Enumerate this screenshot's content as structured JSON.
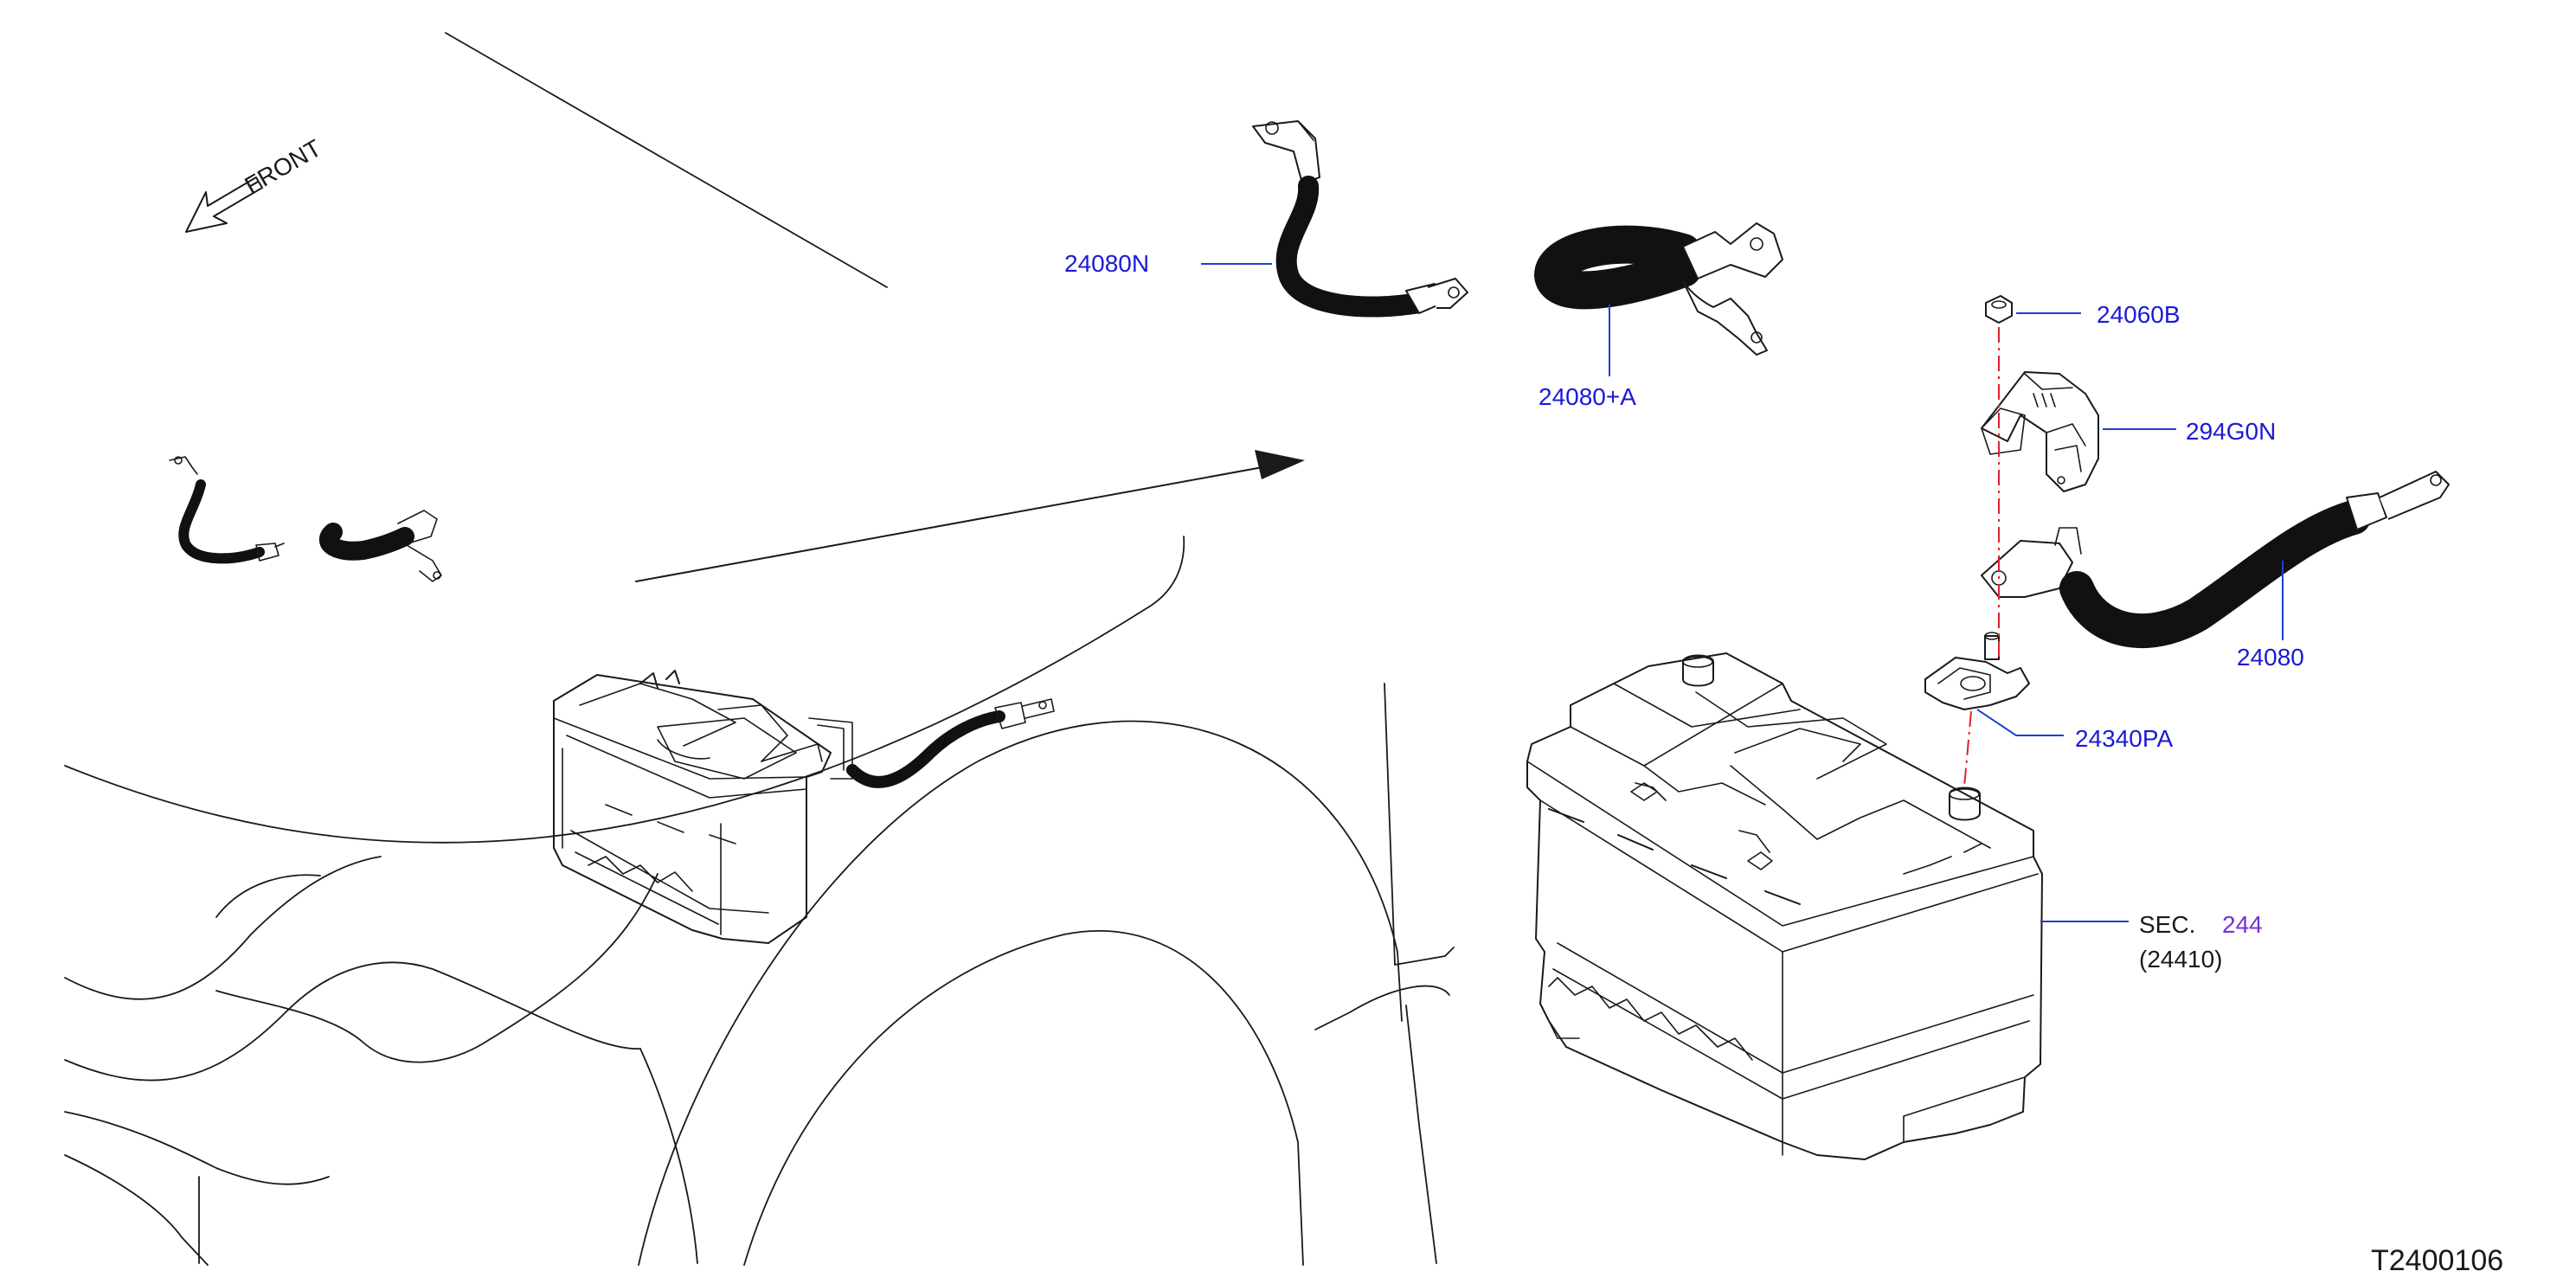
{
  "direction": {
    "label": "FRONT",
    "icon": "front-arrow-icon"
  },
  "callouts": [
    {
      "id": "c-24080N",
      "text": "24080N"
    },
    {
      "id": "c-24080A",
      "text": "24080+A"
    },
    {
      "id": "c-24060B",
      "text": "24060B"
    },
    {
      "id": "c-294G0N",
      "text": "294G0N"
    },
    {
      "id": "c-24080",
      "text": "24080"
    },
    {
      "id": "c-24340PA",
      "text": "24340PA"
    }
  ],
  "section_ref": {
    "prefix": "SEC.",
    "number": "244",
    "part": "(24410)"
  },
  "drawing_id": "T2400106",
  "colors": {
    "callout_text": "#1a1ad6",
    "leader_line": "#1f3fd1",
    "section_number": "#7a2fd6",
    "centerline": "#e0202a",
    "line_art": "#1a1a1a"
  }
}
